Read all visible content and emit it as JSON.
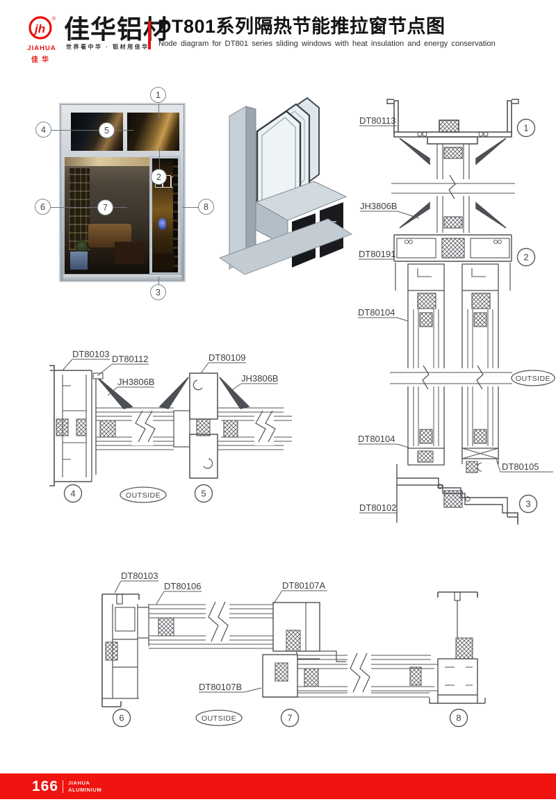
{
  "header": {
    "logo": {
      "monogram": "jh",
      "registered": "®",
      "brand_en": "JIAHUA",
      "brand_cn_seal": "佳华",
      "brand_cn": "佳华铝材",
      "tagline": "世界看中华 · 铝材用佳华"
    },
    "title_cn": "DT801系列隔热节能推拉窗节点图",
    "title_en": "Node diagram for DT801 series sliding windows with heat insulation and energy conservation"
  },
  "photo": {
    "callouts": [
      {
        "n": "1"
      },
      {
        "n": "2"
      },
      {
        "n": "3"
      },
      {
        "n": "4"
      },
      {
        "n": "5"
      },
      {
        "n": "6"
      },
      {
        "n": "7"
      },
      {
        "n": "8"
      }
    ]
  },
  "vertical_section": {
    "labels": [
      {
        "text": "DT80113"
      },
      {
        "text": "JH3806B"
      },
      {
        "text": "DT80191"
      },
      {
        "text": "DT80104"
      },
      {
        "text": "DT80104"
      },
      {
        "text": "DT80105"
      },
      {
        "text": "DT80102"
      }
    ],
    "callouts": [
      {
        "n": "1"
      },
      {
        "n": "2"
      },
      {
        "n": "3"
      }
    ],
    "outside": "OUTSIDE"
  },
  "mid_section": {
    "labels": [
      {
        "text": "DT80103"
      },
      {
        "text": "DT80112"
      },
      {
        "text": "JH3806B"
      },
      {
        "text": "DT80109"
      },
      {
        "text": "JH3806B"
      }
    ],
    "callouts": [
      {
        "n": "4"
      },
      {
        "n": "5"
      }
    ],
    "outside": "OUTSIDE"
  },
  "bottom_section": {
    "labels": [
      {
        "text": "DT80103"
      },
      {
        "text": "DT80106"
      },
      {
        "text": "DT80107A"
      },
      {
        "text": "DT80107B"
      }
    ],
    "callouts": [
      {
        "n": "6"
      },
      {
        "n": "7"
      },
      {
        "n": "8"
      }
    ],
    "outside": "OUTSIDE"
  },
  "footer": {
    "page_number": "166",
    "brand_line1": "JIAHUA",
    "brand_line2": "ALUMINIUM"
  },
  "colors": {
    "brand_red": "#e8100c",
    "footer_red": "#ef1410",
    "drawing_line": "#4d5054"
  }
}
